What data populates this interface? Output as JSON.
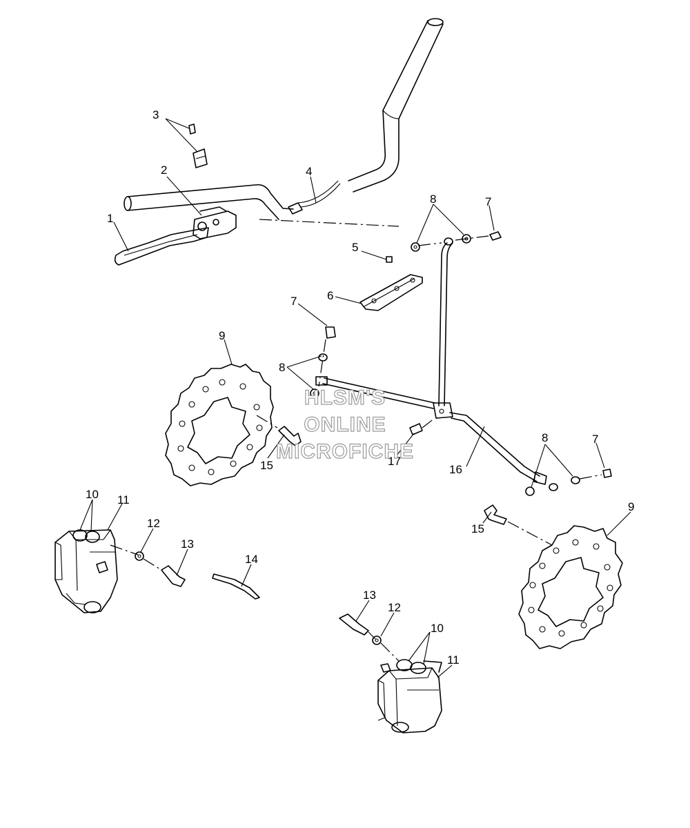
{
  "callouts": {
    "c1": "1",
    "c2": "2",
    "c3": "3",
    "c4": "4",
    "c5": "5",
    "c6": "6",
    "c7a": "7",
    "c7b": "7",
    "c7c": "7",
    "c8a": "8",
    "c8b": "8",
    "c8c": "8",
    "c9a": "9",
    "c9b": "9",
    "c10a": "10",
    "c10b": "10",
    "c11a": "11",
    "c11b": "11",
    "c12a": "12",
    "c12b": "12",
    "c13a": "13",
    "c13b": "13",
    "c14": "14",
    "c15a": "15",
    "c15b": "15",
    "c16": "16",
    "c17": "17"
  },
  "watermark": {
    "line1": "HLSM'S",
    "line2": "ONLINE",
    "line3": "MICROFICHE"
  }
}
